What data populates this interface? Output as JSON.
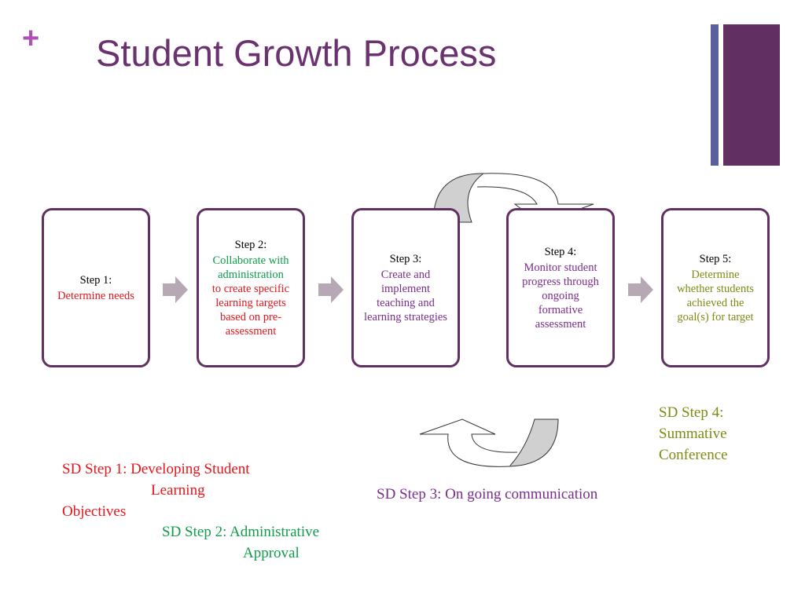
{
  "slide": {
    "plus": "+",
    "title": "Student Growth Process"
  },
  "steps": [
    {
      "label": "Step 1:",
      "desc": "Determine needs",
      "color": "#e8151b"
    },
    {
      "label": "Step 2:",
      "desc": "Collaborate with administration to create specific learning targets based on pre-assessment",
      "desc_top": "Collaborate with administration",
      "desc_bottom": "to create specific learning targets based on pre-assessment",
      "color_top": "#109d4a",
      "color_bottom": "#e8151b"
    },
    {
      "label": "Step 3:",
      "desc": "Create and implement teaching and learning strategies",
      "color": "#7a2d8c"
    },
    {
      "label": "Step 4:",
      "desc": "Monitor student progress through ongoing formative assessment",
      "color": "#7a2d8c"
    },
    {
      "label": "Step 5:",
      "desc": "Determine whether students achieved the goal(s) for target",
      "color": "#7f8a12"
    }
  ],
  "sd_steps": {
    "sd1_line1": "SD Step 1: Developing Student",
    "sd1_line2": "Learning",
    "sd1_line3": "Objectives",
    "sd1_color": "#e8151b",
    "sd2_line1": "SD Step 2: Administrative",
    "sd2_line2": "Approval",
    "sd2_color": "#109d4a",
    "sd3": "SD Step 3: On going communication",
    "sd3_color": "#7a2d8c",
    "sd4_line1": "SD Step 4:",
    "sd4_line2": "Summative",
    "sd4_line3": "Conference",
    "sd4_color": "#7f8a12"
  },
  "colors": {
    "title": "#6b3270",
    "plus": "#b04fb8",
    "box_border": "#612f61",
    "arrow": "#b7a8b5",
    "curve_fill": "#d0d0d0"
  }
}
